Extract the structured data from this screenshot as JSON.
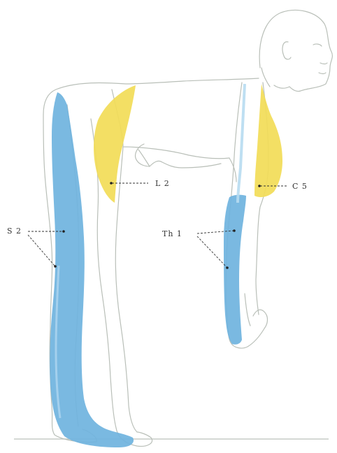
{
  "labels": {
    "s2": "S 2",
    "l2": "L 2",
    "th1": "Th 1",
    "c5": "C 5"
  },
  "colors": {
    "dermatome_yellow": "#f2dc57",
    "dermatome_blue": "#6fb3de",
    "outline": "#b9bfb8",
    "leader": "#333333",
    "floor": "#c6ccc6"
  }
}
